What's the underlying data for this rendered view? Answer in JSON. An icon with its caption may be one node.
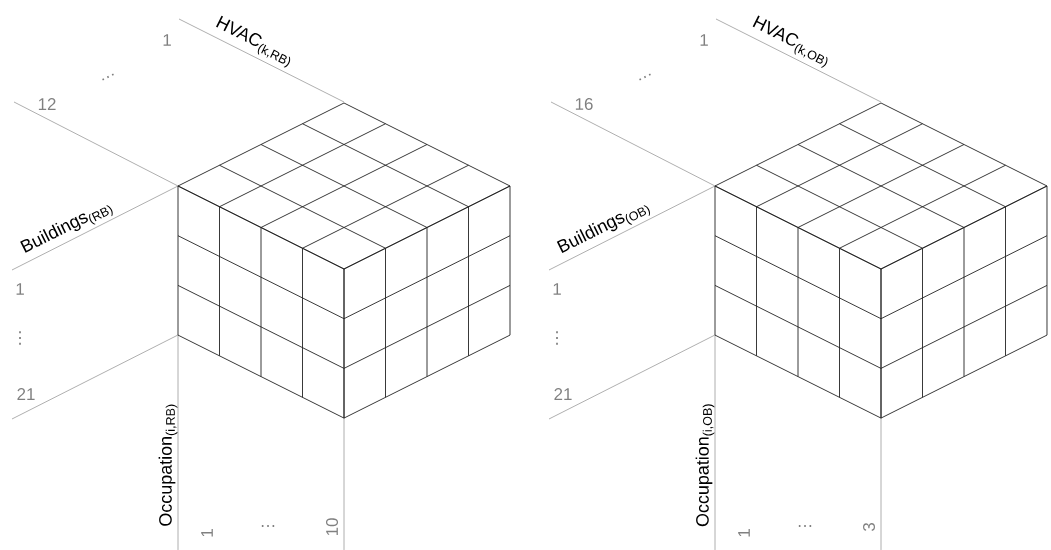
{
  "diagram": {
    "labels": [
      "1",
      "HVAC$_{(k,RB)}$",
      "…",
      "12",
      "Buildings$_{(RB)}$",
      "1",
      "⋮",
      "21",
      "Occupation$_{(i,RB)}$",
      "1",
      "…",
      "10",
      "1",
      "HVAC$_{(k,OB)}$",
      "…",
      "16",
      "Buildings$_{(OB)}$",
      "1",
      "⋮",
      "21",
      "Occupation$_{(i,OB)}$",
      "1",
      "…",
      "3"
    ]
  }
}
